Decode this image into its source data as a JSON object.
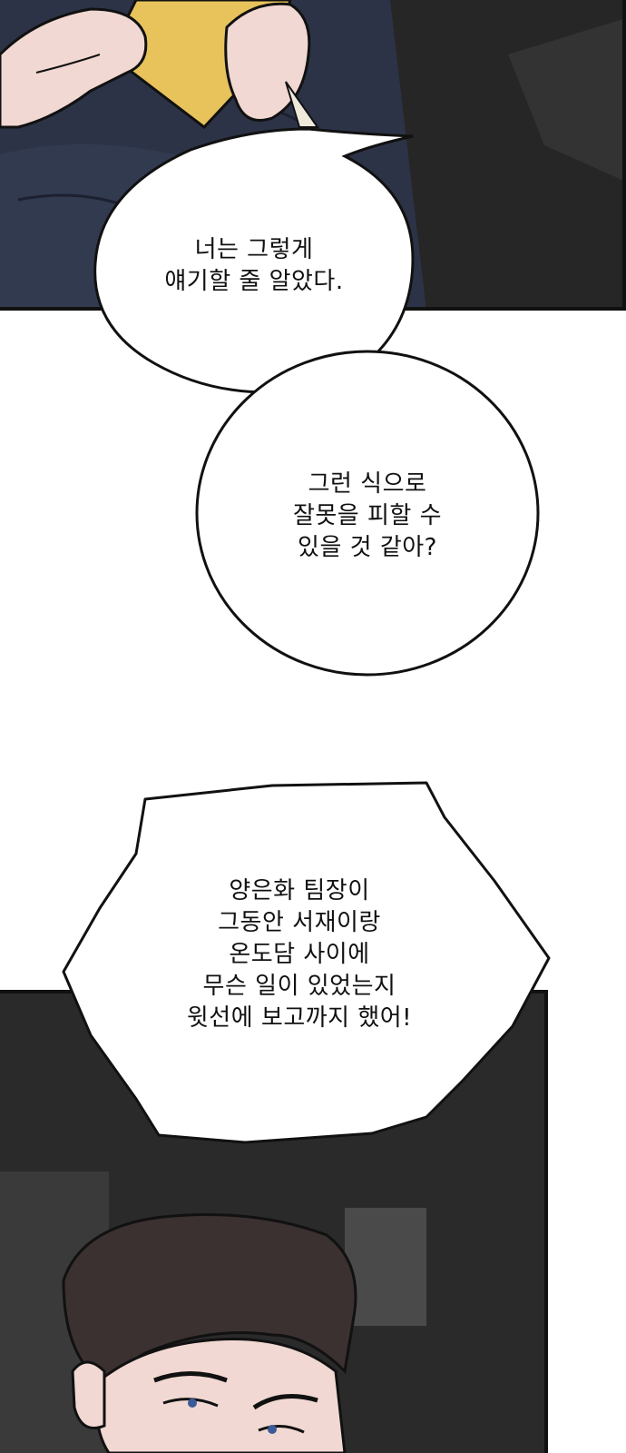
{
  "bubbles": [
    {
      "lines": [
        "너는 그렇게",
        "얘기할 줄 알았다."
      ]
    },
    {
      "lines": [
        "그런 식으로",
        "잘못을 피할 수",
        "있을 것 같아?"
      ]
    },
    {
      "lines": [
        "양은화 팀장이",
        "그동안 서재이랑",
        "온도담 사이에",
        "무슨 일이 있었는지",
        "윗선에 보고까지 했어!"
      ]
    }
  ],
  "colors": {
    "suit": "#2c3346",
    "background_dark": "#2a2a2a",
    "skin": "#f1d8d2",
    "paper": "#e8c35c",
    "hair": "#3b3130"
  }
}
